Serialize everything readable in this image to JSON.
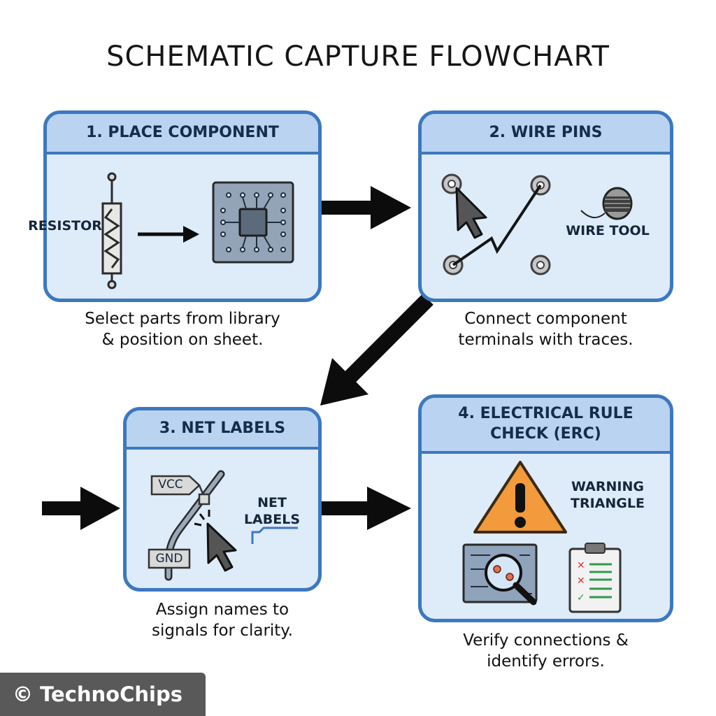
{
  "title": "SCHEMATIC CAPTURE FLOWCHART",
  "steps": [
    {
      "header": "1. PLACE COMPONENT",
      "labels": [
        "RESISTOR"
      ],
      "caption": [
        "Select parts from library",
        "& position on sheet."
      ]
    },
    {
      "header": "2. WIRE PINS",
      "labels": [
        "WIRE TOOL"
      ],
      "caption": [
        "Connect component",
        "terminals with traces."
      ]
    },
    {
      "header": "3. NET LABELS",
      "labels": [
        "VCC",
        "GND",
        "NET",
        "LABELS"
      ],
      "caption": [
        "Assign names to",
        "signals for clarity."
      ]
    },
    {
      "header": "4. ELECTRICAL RULE CHECK (ERC)",
      "labels": [
        "WARNING",
        "TRIANGLE"
      ],
      "caption": [
        "Verify connections &",
        "identify errors."
      ]
    }
  ],
  "copyright": "© TechnoChips",
  "icons": [
    "resistor-icon",
    "chip-icon",
    "pin-icon",
    "cursor-icon",
    "wire-spool-icon",
    "warning-triangle-icon",
    "circuit-magnifier-icon",
    "checklist-icon"
  ],
  "colors": {
    "border": "#3c78bf",
    "header": "#b9d3f1",
    "panel": "#deebf9",
    "warning": "#f29a3c"
  }
}
